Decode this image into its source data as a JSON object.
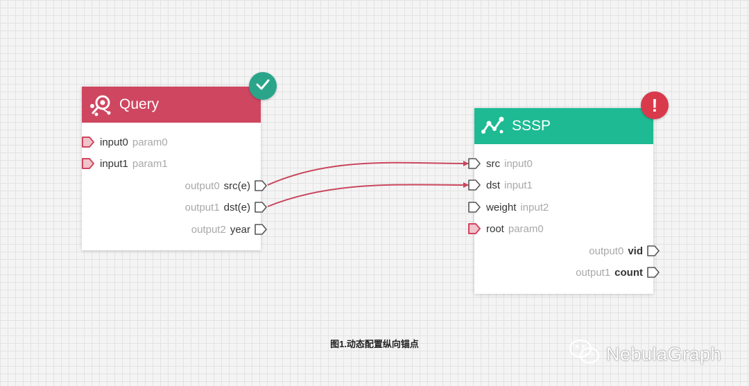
{
  "colors": {
    "query_header": "#cf4660",
    "sssp_header": "#1dba93",
    "ok_badge": "#2aa58a",
    "error_badge": "#d83a4c",
    "wire": "#c9465d",
    "param_port": "#cf4660"
  },
  "query_node": {
    "title": "Query",
    "icon": "query-search-icon",
    "badge_icon": "checkmark-icon",
    "inputs": [
      {
        "name": "input0",
        "param": "param0",
        "kind": "param"
      },
      {
        "name": "input1",
        "param": "param1",
        "kind": "param"
      }
    ],
    "outputs": [
      {
        "name": "src(e)",
        "param": "output0"
      },
      {
        "name": "dst(e)",
        "param": "output1"
      },
      {
        "name": "year",
        "param": "output2"
      }
    ]
  },
  "sssp_node": {
    "title": "SSSP",
    "icon": "graph-path-icon",
    "badge_icon": "exclamation-icon",
    "badge_text": "!",
    "inputs": [
      {
        "name": "src",
        "param": "input0",
        "kind": "input"
      },
      {
        "name": "dst",
        "param": "input1",
        "kind": "input"
      },
      {
        "name": "weight",
        "param": "input2",
        "kind": "input"
      },
      {
        "name": "root",
        "param": "param0",
        "kind": "param"
      }
    ],
    "outputs": [
      {
        "name": "vid",
        "param": "output0"
      },
      {
        "name": "count",
        "param": "output1"
      }
    ]
  },
  "caption": "图1.动态配置纵向锚点",
  "watermark": {
    "icon": "wechat-icon",
    "text": "NebulaGraph"
  }
}
